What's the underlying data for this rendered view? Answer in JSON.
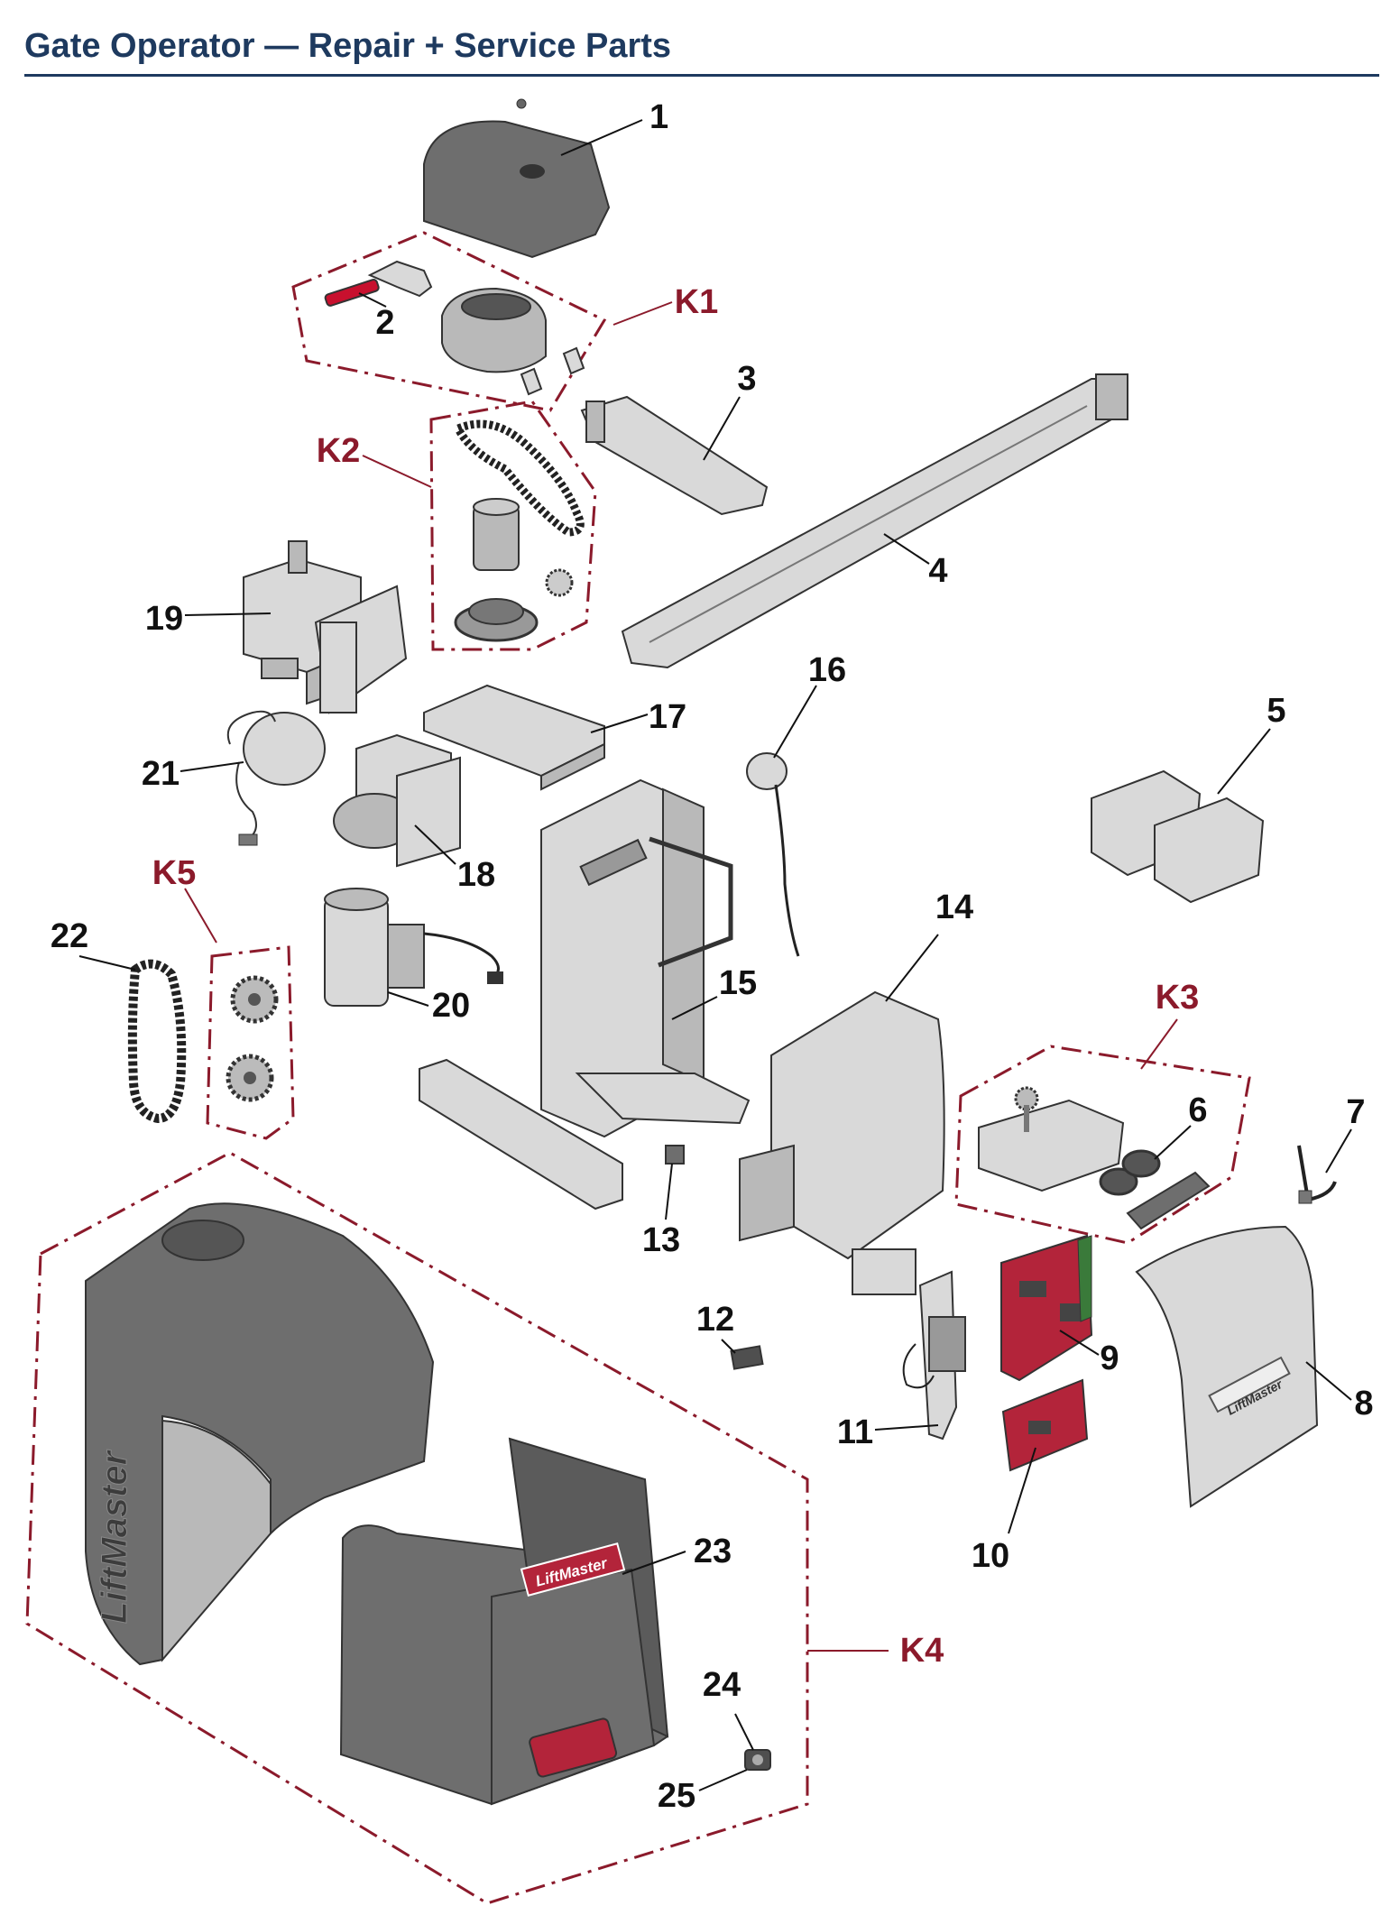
{
  "title": "Gate Operator — Repair + Service Parts",
  "colors": {
    "title": "#1e3a5f",
    "kit": "#8b1a2b",
    "board_red": "#b3243a",
    "part_light": "#d9d9d9",
    "part_dark": "#4f4f4f"
  },
  "parts": [
    "1",
    "2",
    "3",
    "4",
    "5",
    "6",
    "7",
    "8",
    "9",
    "10",
    "11",
    "12",
    "13",
    "14",
    "15",
    "16",
    "17",
    "18",
    "19",
    "20",
    "21",
    "22",
    "23",
    "24",
    "25"
  ],
  "kits": [
    "K1",
    "K2",
    "K3",
    "K4",
    "K5"
  ],
  "brand_marks": [
    "LiftMaster",
    "LiftMaster",
    "LiftMaster"
  ]
}
